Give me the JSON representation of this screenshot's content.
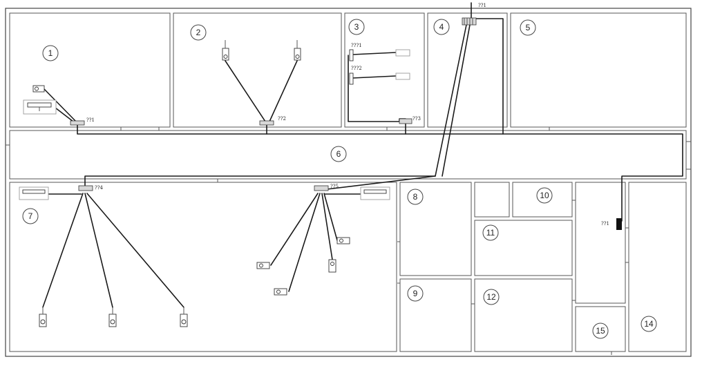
{
  "rooms": [
    {
      "id": "r1",
      "number": "1"
    },
    {
      "id": "r2",
      "number": "2"
    },
    {
      "id": "r3",
      "number": "3"
    },
    {
      "id": "r4",
      "number": "4"
    },
    {
      "id": "r5",
      "number": "5"
    },
    {
      "id": "r6",
      "number": "6"
    },
    {
      "id": "r7",
      "number": "7"
    },
    {
      "id": "r8",
      "number": "8"
    },
    {
      "id": "r9",
      "number": "9"
    },
    {
      "id": "r10",
      "number": "10"
    },
    {
      "id": "r11",
      "number": "11"
    },
    {
      "id": "r12",
      "number": "12"
    },
    {
      "id": "r14",
      "number": "14"
    },
    {
      "id": "r15",
      "number": "15"
    }
  ],
  "labels": {
    "main_switch": "??1",
    "switch_room1": "??1",
    "switch_room2": "??2",
    "switch_room3": "??3",
    "switch_room7": "??4",
    "switch_room7b": "??5",
    "device_room3_a": "???1",
    "device_room3_b": "???2",
    "cabinet_label": "??1"
  }
}
